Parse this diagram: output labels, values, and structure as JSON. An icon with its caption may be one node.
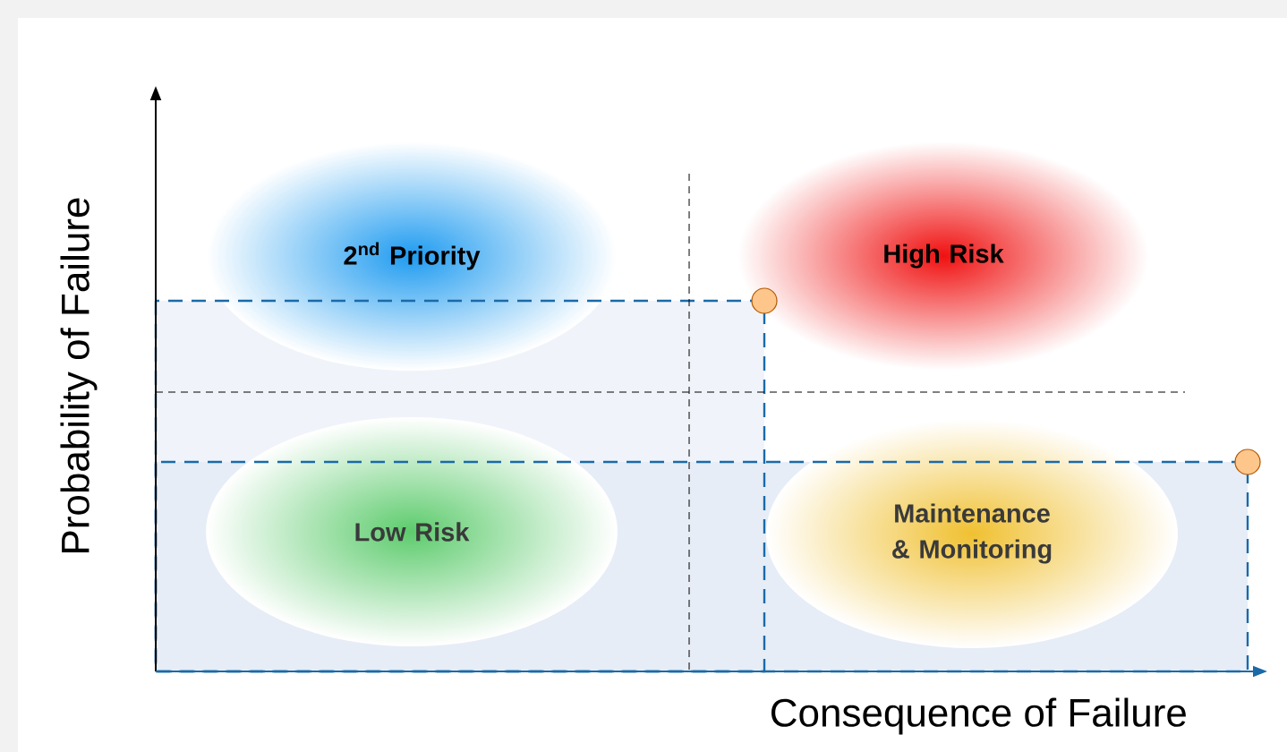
{
  "diagram": {
    "nodes": [
      {
        "text": [
          "2$^{nd}$ Priority"
        ]
      },
      {
        "text": [
          "High Risk"
        ]
      },
      {
        "text": [
          "Low Risk"
        ]
      },
      {
        "text": [
          "Maintenance & Monitoring"
        ]
      }
    ],
    "labels": [
      "Probability of Failure",
      "Consequence of Failure"
    ]
  }
}
